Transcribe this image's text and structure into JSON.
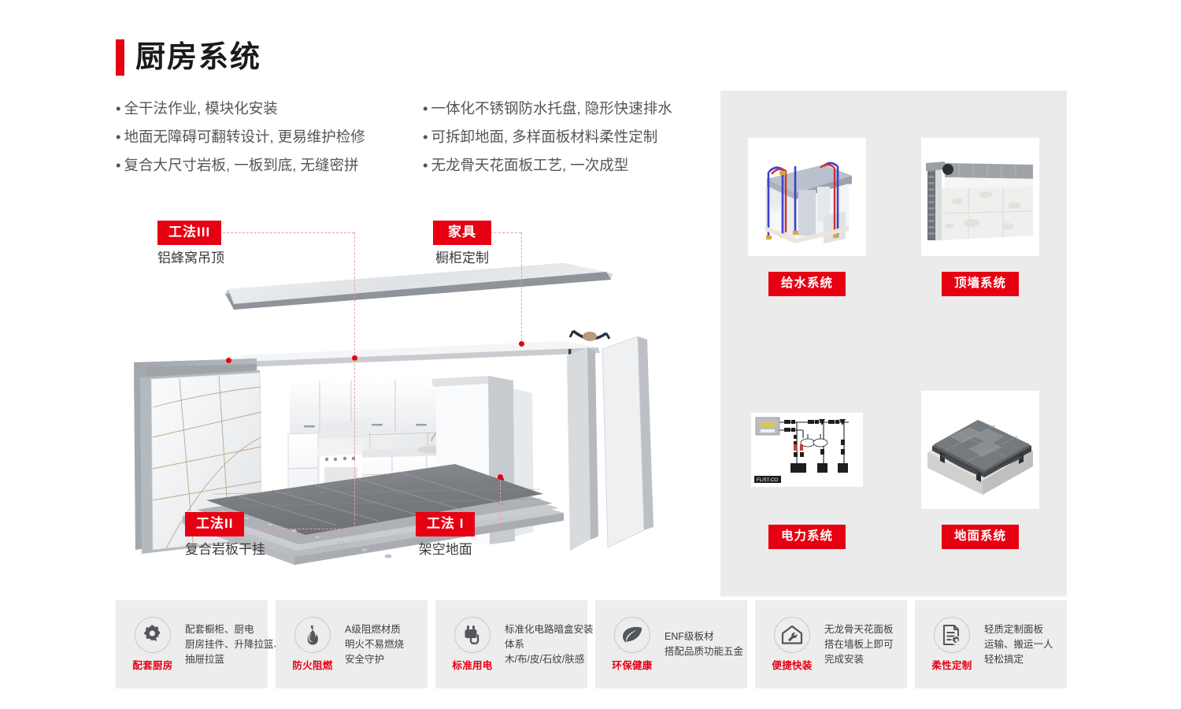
{
  "header": {
    "title": "厨房系统",
    "accent_color": "#e60012"
  },
  "bullets": {
    "left": [
      "全干法作业, 模块化安装",
      "地面无障碍可翻转设计, 更易维护检修",
      "复合大尺寸岩板, 一板到底, 无缝密拼"
    ],
    "right": [
      "一体化不锈钢防水托盘, 隐形快速排水",
      "可拆卸地面, 多样面板材料柔性定制",
      "无龙骨天花面板工艺, 一次成型"
    ]
  },
  "diagram": {
    "callouts": [
      {
        "chip": "工法III",
        "sub": "铝蜂窝吊顶"
      },
      {
        "chip": "家具",
        "sub": "橱柜定制"
      },
      {
        "chip": "工法II",
        "sub": "复合岩板干挂"
      },
      {
        "chip": "工法 I",
        "sub": "架空地面"
      }
    ]
  },
  "systems": {
    "cards": [
      {
        "label": "给水系统",
        "icon": "water-supply-3d-thumbnail"
      },
      {
        "label": "顶墙系统",
        "icon": "ceiling-wall-3d-thumbnail"
      },
      {
        "label": "电力系统",
        "icon": "electrical-diagram-thumbnail"
      },
      {
        "label": "地面系统",
        "icon": "raised-floor-3d-thumbnail"
      }
    ]
  },
  "features": [
    {
      "icon": "gear-icon",
      "label": "配套厨房",
      "lines": [
        "配套橱柜、厨电",
        "厨房挂件、升降拉篮、",
        "抽屉拉篮"
      ]
    },
    {
      "icon": "flame-icon",
      "label": "防火阻燃",
      "lines": [
        "A级阻燃材质",
        "明火不易燃烧",
        "安全守护"
      ]
    },
    {
      "icon": "power-plug-icon",
      "label": "标准用电",
      "lines": [
        "标准化电路暗盒安装",
        "体系",
        "木/布/皮/石纹/肤感"
      ]
    },
    {
      "icon": "leaf-icon",
      "label": "环保健康",
      "lines": [
        "ENF级板材",
        "搭配品质功能五金"
      ]
    },
    {
      "icon": "house-wrench-icon",
      "label": "便捷快装",
      "lines": [
        "无龙骨天花面板",
        "搭在墙板上即可",
        "完成安装"
      ]
    },
    {
      "icon": "document-gear-icon",
      "label": "柔性定制",
      "lines": [
        "轻质定制面板",
        "运输、搬运一人",
        "轻松搞定"
      ]
    }
  ]
}
